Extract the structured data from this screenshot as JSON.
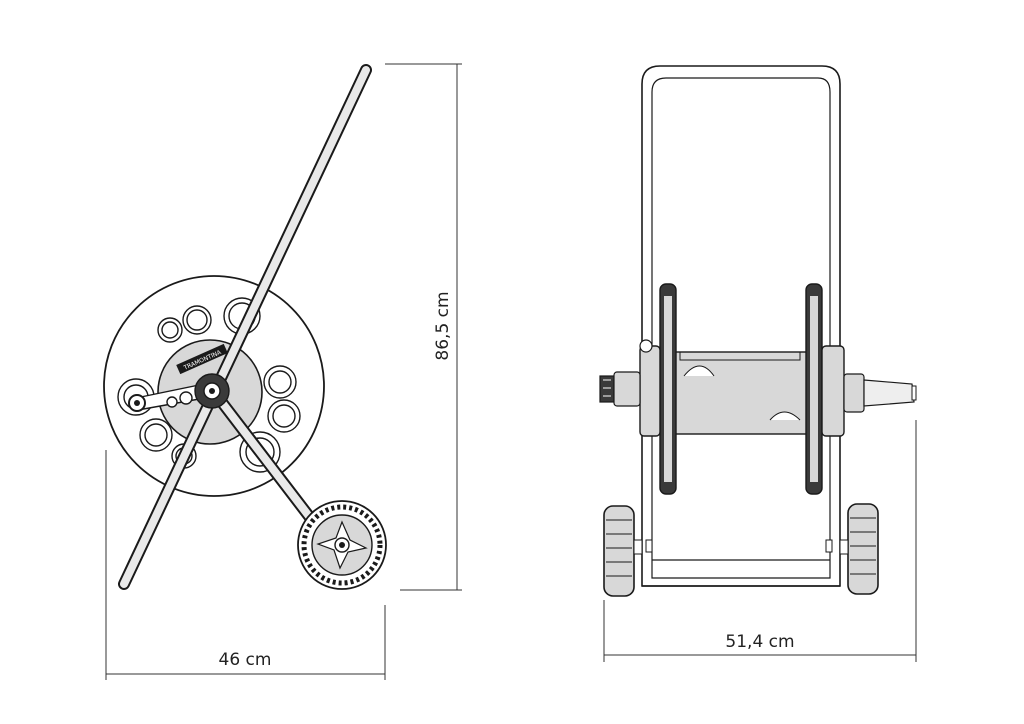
{
  "dimensions": {
    "height": "86,5 cm",
    "side_width": "46 cm",
    "front_width": "51,4 cm"
  },
  "brand": {
    "logo_text": "TRAMONTINA"
  },
  "colors": {
    "stroke": "#1a1a1a",
    "part_fill": "#d8d8d8",
    "dark_fill": "#3a3a3a",
    "light_fill": "#eeeeee"
  }
}
